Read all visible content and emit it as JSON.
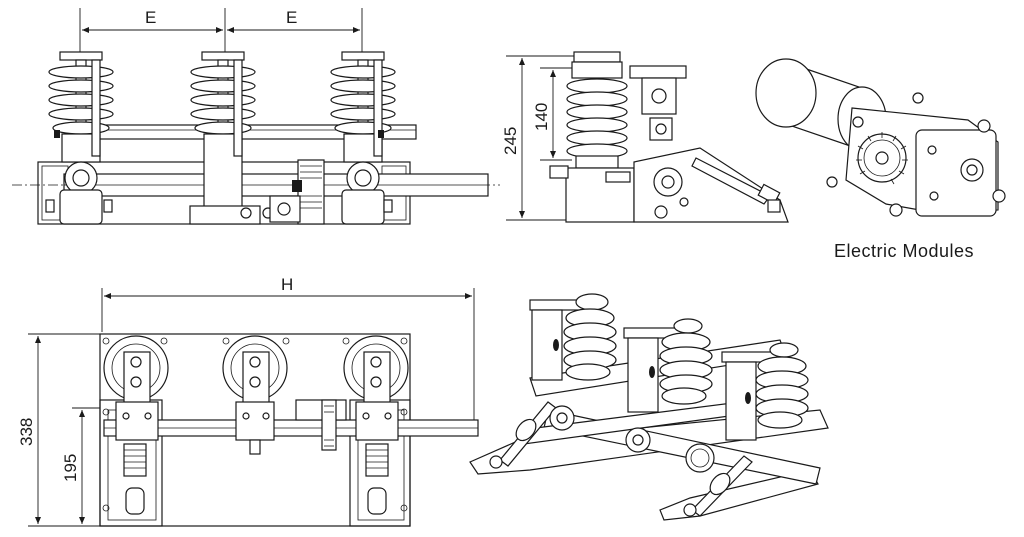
{
  "dimensions": {
    "front_spacing_left": "E",
    "front_spacing_right": "E",
    "side_total_height": "245",
    "side_insulator_height": "140",
    "plan_width": "H",
    "plan_total_height": "338",
    "plan_partial_height": "195"
  },
  "caption": "Electric Modules"
}
